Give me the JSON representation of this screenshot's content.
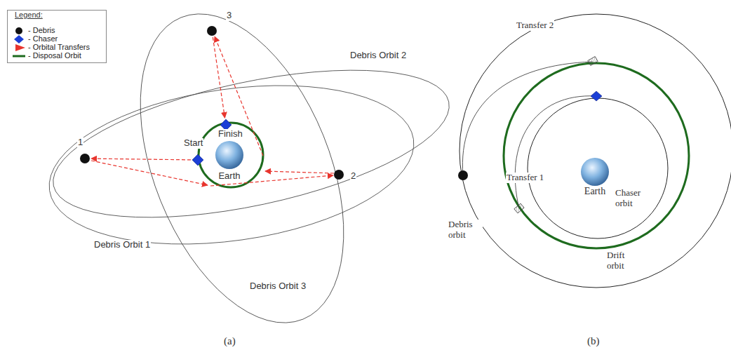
{
  "diagram": {
    "nodes": [
      {
        "text": [
          "3"
        ]
      },
      {
        "text": [
          "Finish"
        ]
      },
      {
        "text": [
          "1"
        ]
      },
      {
        "text": [
          "Start"
        ]
      },
      {
        "text": [
          "Earth"
        ]
      },
      {
        "text": [
          "2"
        ]
      },
      {
        "text": [
          "Earth"
        ]
      }
    ],
    "edges": [
      {
        "from": 3,
        "to": 2,
        "arrow": "to"
      },
      {
        "from": 0,
        "to": 1,
        "arrow": "to"
      }
    ],
    "labels": [
      "Legend:",
      "Debris Orbit 2",
      "Debris Orbit 1",
      "Debris Orbit 3",
      "(a)",
      "Transfer 2",
      "Transfer 1",
      "Chaser orbit",
      "Debris orbit",
      "Drift orbit",
      "(b)"
    ],
    "legend": [
      {
        "text": "- Debris"
      },
      {
        "text": "- Chaser"
      },
      {
        "text": "- Orbital Transfers"
      },
      {
        "text": "- Disposal Orbit"
      }
    ]
  }
}
